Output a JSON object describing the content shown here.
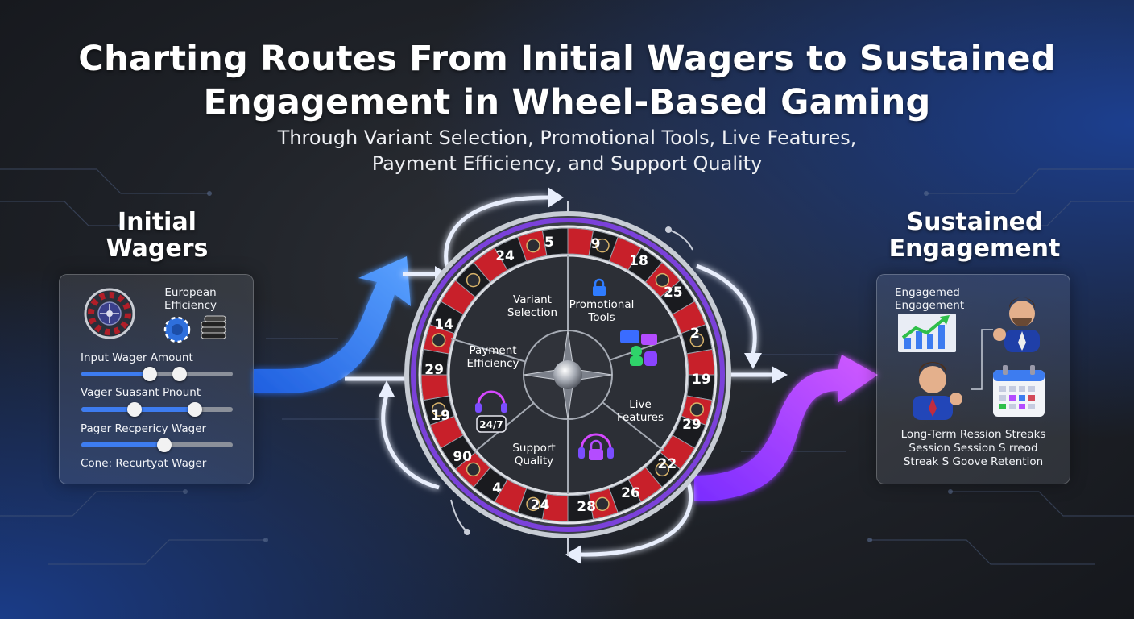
{
  "title": {
    "line1": "Charting Routes From Initial Wagers to Sustained",
    "line2": "Engagement in Wheel-Based Gaming"
  },
  "subtitle": {
    "line1": "Through Variant Selection, Promotional Tools, Live Features,",
    "line2": "Payment Efficiency, and Support Quality"
  },
  "left": {
    "heading_line1": "Initial",
    "heading_line2": "Wagers",
    "variant_line1": "European",
    "variant_line2": "Efficiency",
    "sliders": [
      {
        "label": "Input Wager Amount",
        "fill": 0.45,
        "knobs": [
          0.45,
          0.65
        ]
      },
      {
        "label": "Vager Suasant Pnount",
        "fill": 0.75,
        "knobs": [
          0.35,
          0.75
        ]
      },
      {
        "label": "Pager Recpericy Wager",
        "fill": 0.55,
        "knobs": [
          0.55
        ]
      }
    ],
    "footer": "Cone: Recurtyat Wager"
  },
  "wheel": {
    "segments": [
      {
        "line1": "Variant",
        "line2": "Selection"
      },
      {
        "line1": "Promotional",
        "line2": "Tools"
      },
      {
        "line1": "Payment",
        "line2": "Efficiency"
      },
      {
        "line1": "Live",
        "line2": "Features"
      },
      {
        "line1": "Support",
        "line2": "Quality"
      }
    ],
    "badge_247": "24/7",
    "numbers": [
      "24",
      "5",
      "9",
      "18",
      "25",
      "2",
      "19",
      "29",
      "22",
      "26",
      "28",
      "24",
      "4",
      "90",
      "19",
      "29",
      "14"
    ]
  },
  "right": {
    "heading_line1": "Sustained",
    "heading_line2": "Engagement",
    "chart_label_line1": "Engagemed",
    "chart_label_line2": "Engagement",
    "footer_line1": "Long-Term Ression Streaks",
    "footer_line2": "Session Session S rreod",
    "footer_line3": "Streak S Goove Retention"
  },
  "colors": {
    "accent_blue": "#3d7cf0",
    "accent_purple": "#b24dff",
    "wheel_red": "#c8202a",
    "wheel_black": "#1a1b1f"
  }
}
